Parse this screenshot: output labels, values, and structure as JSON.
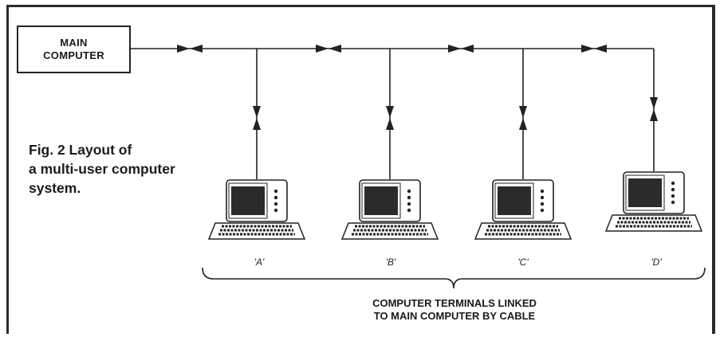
{
  "main_computer": {
    "label": "MAIN\nCOMPUTER"
  },
  "caption": "Fig. 2 Layout of\na multi-user computer\nsystem.",
  "terminals": [
    {
      "label": "'A'"
    },
    {
      "label": "'B'"
    },
    {
      "label": "'C'"
    },
    {
      "label": "'D'"
    }
  ],
  "footer": "COMPUTER TERMINALS LINKED\nTO MAIN COMPUTER BY CABLE"
}
